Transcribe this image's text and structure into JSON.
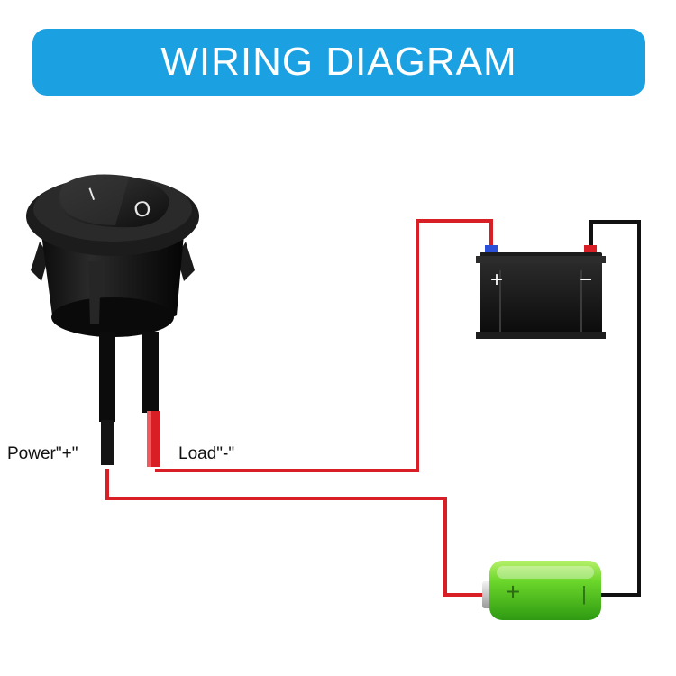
{
  "header": {
    "title": "WIRING DIAGRAM"
  },
  "switch": {
    "on_symbol": "I",
    "off_symbol": "O",
    "power_label": "Power\"+\"",
    "load_label": "Load\"-\""
  },
  "car_battery": {
    "positive_symbol": "+",
    "negative_symbol": "−"
  },
  "cell_battery": {
    "positive_symbol": "+",
    "negative_symbol": "|"
  },
  "colors": {
    "banner": "#1ba1e2",
    "red_wire": "#d81f26",
    "black_wire": "#111111",
    "battery_green": "#6bd62a"
  }
}
